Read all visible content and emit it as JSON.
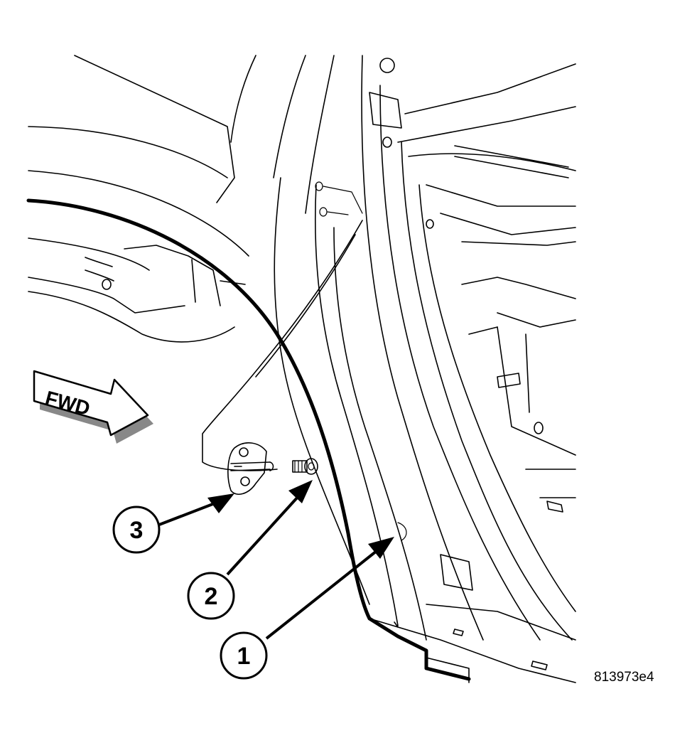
{
  "diagram": {
    "direction_label": "FWD",
    "reference_code": "813973e4",
    "callouts": [
      {
        "number": "1",
        "part": "b-pillar-body-panel"
      },
      {
        "number": "2",
        "part": "striker-bolt"
      },
      {
        "number": "3",
        "part": "door-striker"
      }
    ],
    "colors": {
      "line": "#000000",
      "background": "#ffffff"
    }
  }
}
